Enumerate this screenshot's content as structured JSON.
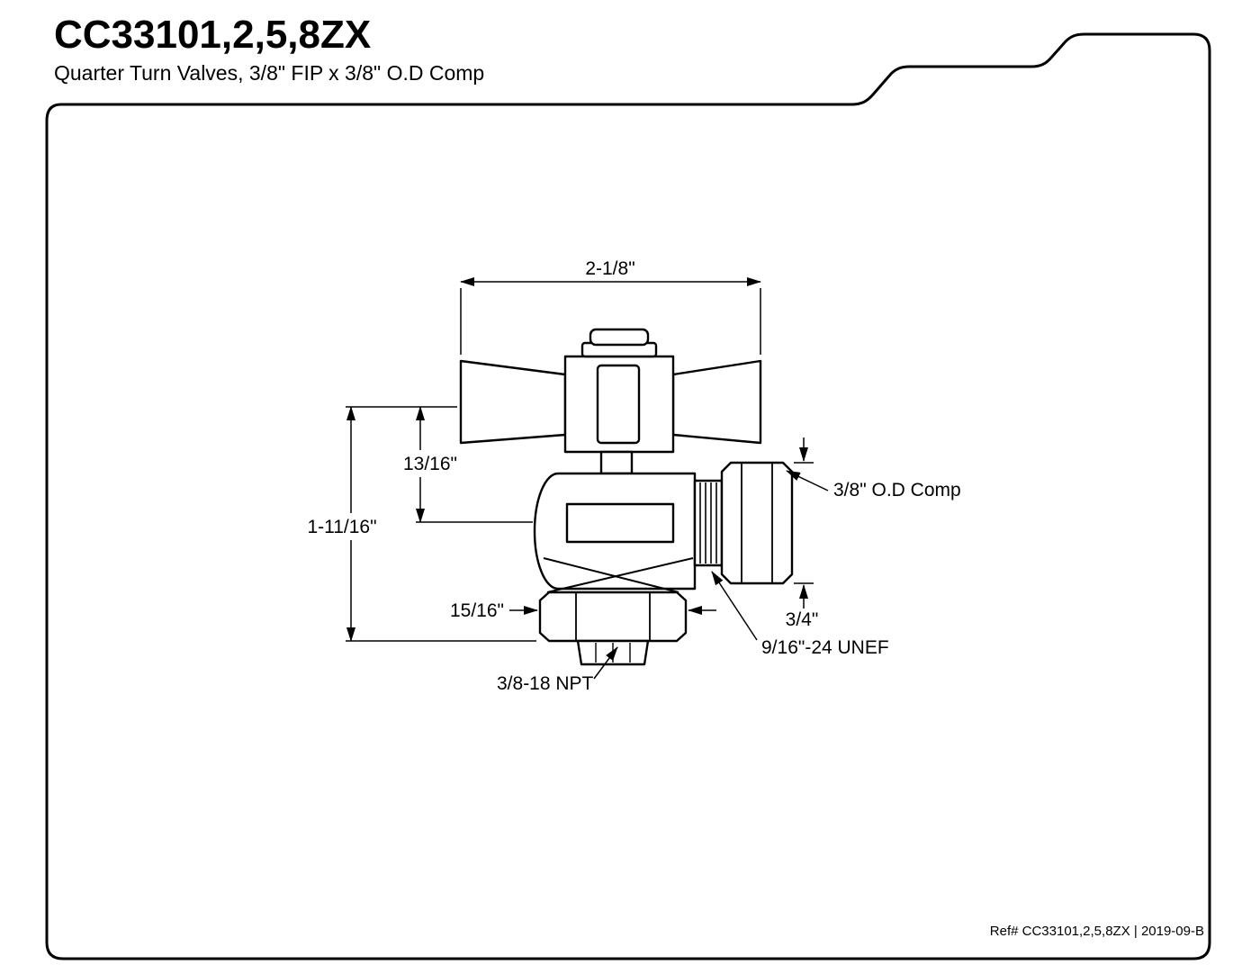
{
  "header": {
    "title": "CC33101,2,5,8ZX",
    "subtitle": "Quarter Turn Valves, 3/8\" FIP x 3/8\" O.D Comp"
  },
  "drawing": {
    "type": "technical-drawing",
    "subject": "quarter-turn angle stop valve with cross handle",
    "dim_overall_width": "2-1/8\"",
    "dim_handle_to_axis": "13/16\"",
    "dim_overall_height": "1-11/16\"",
    "dim_hex_width": "15/16\"",
    "label_outlet": "3/8\" O.D Comp",
    "dim_nut_height": "3/4\"",
    "label_outlet_thread": "9/16\"-24 UNEF",
    "label_inlet_thread": "3/8-18 NPT"
  },
  "footer": {
    "ref": "Ref# CC33101,2,5,8ZX | 2019-09-B"
  }
}
